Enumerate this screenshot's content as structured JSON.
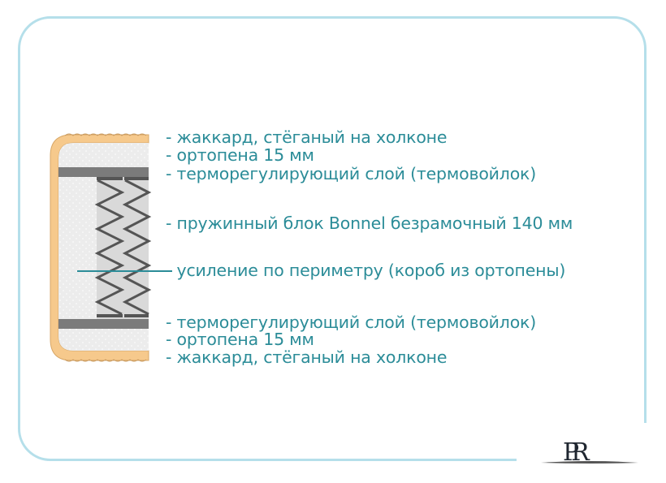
{
  "labels": [
    "- жаккард, стёганый на холконе",
    "- ортопена 15 мм",
    "- терморегулирующий слой (термовойлок)",
    "- пружинный блок Bonnel безрамочный 140 мм",
    "- усиление по периметру (короб из ортопены)",
    "- терморегулирующий слой (термовойлок)",
    "- ортопена 15 мм",
    "- жаккард, стёганый на холконе"
  ],
  "logo": "PR",
  "colors": {
    "text": "#2b8c98",
    "frame": "#b5dfea",
    "cover": "#f6c98c",
    "band": "#7b7b7b",
    "foam": "#ededed",
    "springs": "#d9d9d9"
  }
}
